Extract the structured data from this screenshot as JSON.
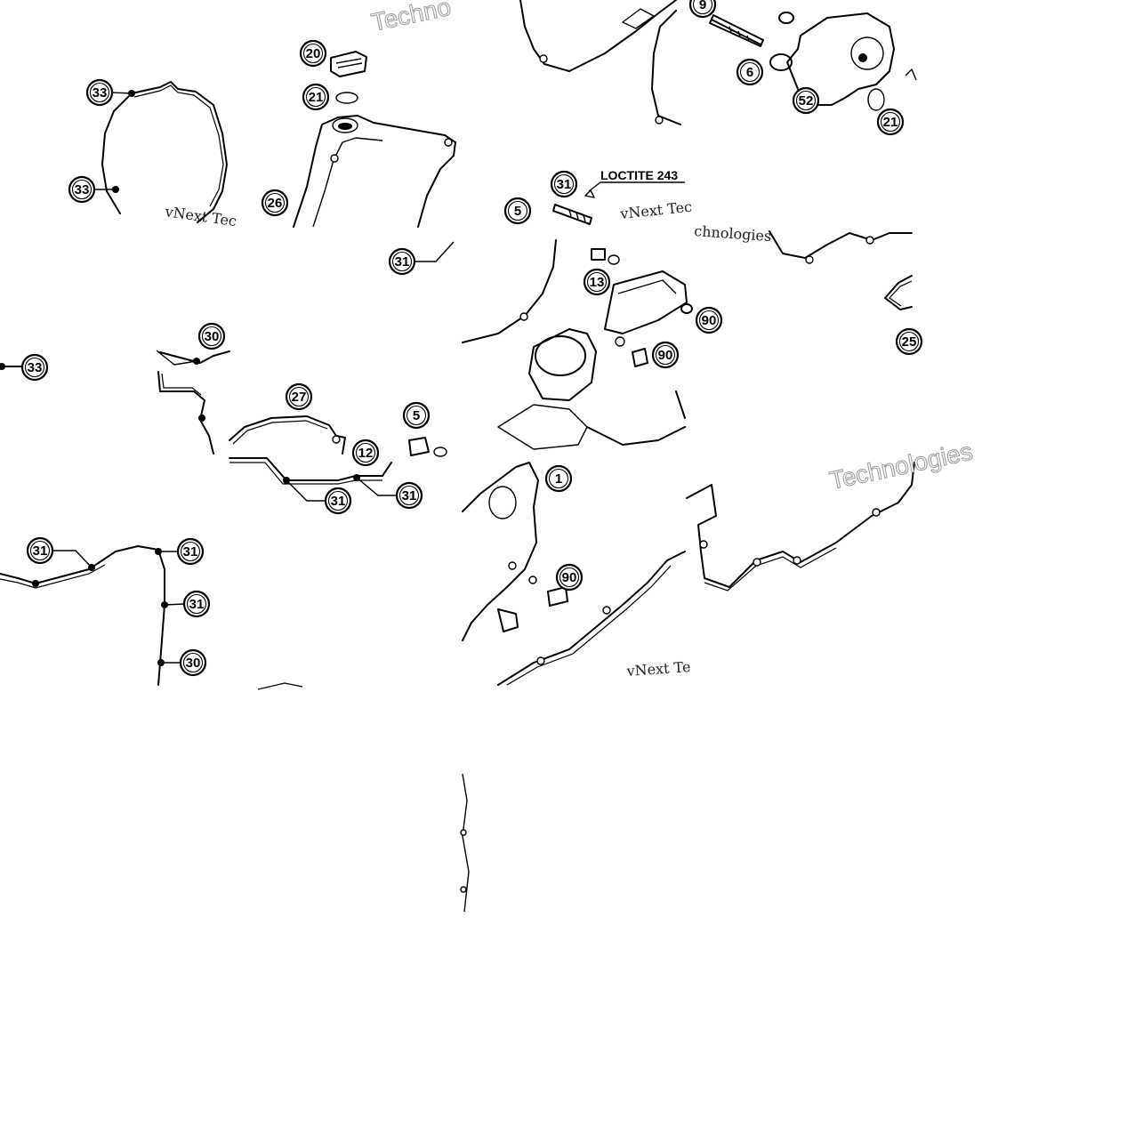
{
  "callouts": [
    "33",
    "33",
    "20",
    "21",
    "26",
    "31",
    "5",
    "13",
    "9",
    "6",
    "52",
    "21",
    "31",
    "30",
    "33",
    "27",
    "5",
    "12",
    "90",
    "90",
    "25",
    "31",
    "31",
    "31",
    "31",
    "31",
    "30",
    "1",
    "90"
  ],
  "note": "LOCTITE 243",
  "watermarks": [
    "vNext Tec",
    "Techno",
    "chnologies",
    "vNext Tec",
    "Technologies",
    "vNext Te"
  ]
}
